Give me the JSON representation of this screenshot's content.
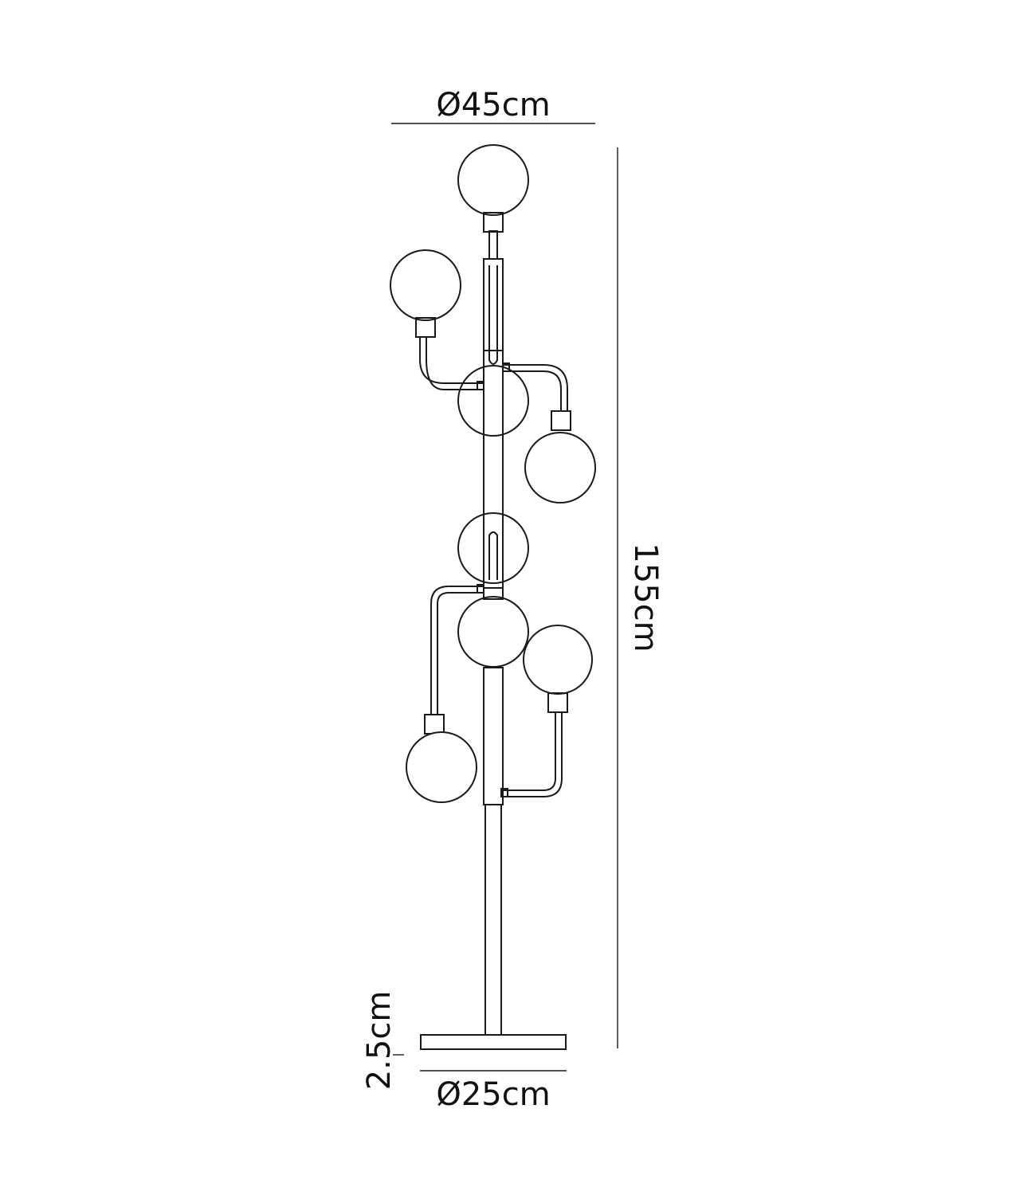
{
  "dimensions": {
    "top_diameter": "Ø45cm",
    "height": "155cm",
    "base_thickness": "2.5cm",
    "base_diameter": "Ø25cm"
  },
  "colors": {
    "line": "#1a1a1a",
    "background": "#ffffff"
  }
}
